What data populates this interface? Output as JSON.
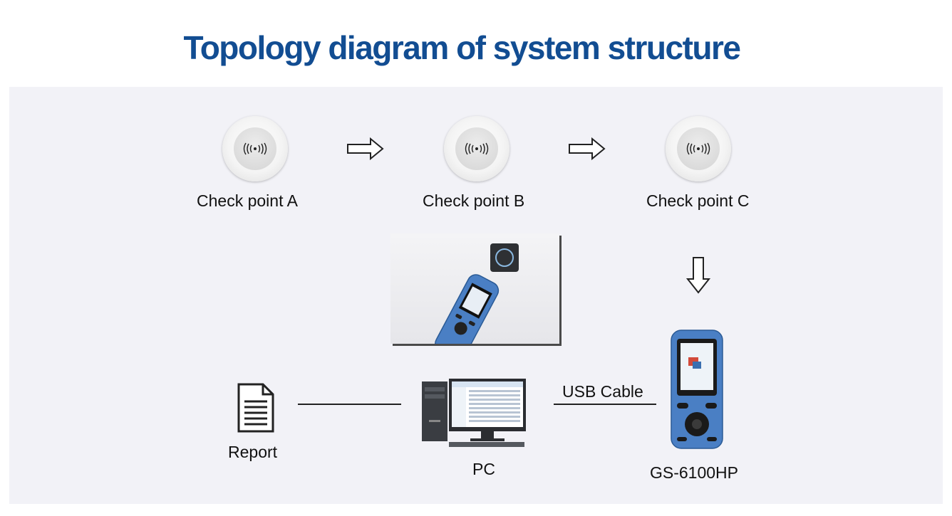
{
  "title": "Topology diagram of system structure",
  "checkpoints": [
    {
      "label": "Check point A"
    },
    {
      "label": "Check point B"
    },
    {
      "label": "Check point C"
    }
  ],
  "bottom": {
    "report_label": "Report",
    "pc_label": "PC",
    "usb_label": "USB Cable",
    "device_label": "GS-6100HP"
  },
  "icons": {
    "checkpoint": "rfid-checkpoint-icon",
    "arrow_right": "arrow-right-icon",
    "arrow_down": "arrow-down-icon",
    "report": "document-icon",
    "pc": "desktop-computer-icon",
    "device": "handheld-reader-icon"
  },
  "colors": {
    "title": "#124d92",
    "panel_bg": "#f2f2f7",
    "device_body": "#4a7fc4"
  }
}
